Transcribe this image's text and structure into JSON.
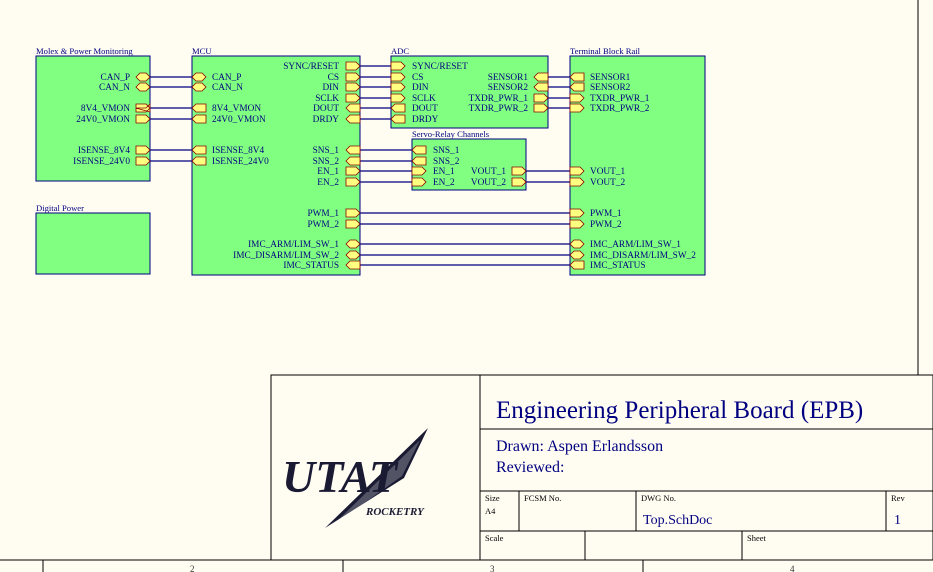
{
  "title_block": {
    "title": "Engineering Peripheral Board (EPB)",
    "drawn": "Drawn: Aspen Erlandsson",
    "reviewed": "Reviewed:",
    "size_label": "Size",
    "size_value": "A4",
    "fcsm_label": "FCSM No.",
    "dwg_label": "DWG No.",
    "dwg_value": "Top.SchDoc",
    "rev_label": "Rev",
    "rev_value": "1",
    "scale_label": "Scale",
    "sheet_label": "Sheet",
    "logo_text": "UTAT",
    "logo_sub": "ROCKETRY"
  },
  "zones": [
    "2",
    "3",
    "4"
  ],
  "blocks": {
    "molex": {
      "title": "Molex & Power Monitoring",
      "ports": [
        "CAN_P",
        "CAN_N",
        "8V4_VMON",
        "24V0_VMON",
        "ISENSE_8V4",
        "ISENSE_24V0"
      ]
    },
    "digital": {
      "title": "Digital Power"
    },
    "mcu": {
      "title": "MCU",
      "left_ports": [
        "CAN_P",
        "CAN_N",
        "8V4_VMON",
        "24V0_VMON",
        "ISENSE_8V4",
        "ISENSE_24V0"
      ],
      "right_ports": [
        "SYNC/RESET",
        "CS",
        "DIN",
        "SCLK",
        "DOUT",
        "DRDY",
        "SNS_1",
        "SNS_2",
        "EN_1",
        "EN_2",
        "PWM_1",
        "PWM_2",
        "IMC_ARM/LIM_SW_1",
        "IMC_DISARM/LIM_SW_2",
        "IMC_STATUS"
      ]
    },
    "adc": {
      "title": "ADC",
      "left_ports": [
        "SYNC/RESET",
        "CS",
        "DIN",
        "SCLK",
        "DOUT",
        "DRDY"
      ],
      "right_ports": [
        "SENSOR1",
        "SENSOR2",
        "TXDR_PWR_1",
        "TXDR_PWR_2"
      ]
    },
    "servo": {
      "title": "Servo-Relay Channels",
      "left_ports": [
        "SNS_1",
        "SNS_2",
        "EN_1",
        "EN_2"
      ],
      "right_ports": [
        "VOUT_1",
        "VOUT_2"
      ]
    },
    "terminal": {
      "title": "Terminal Block Rail",
      "ports": [
        "SENSOR1",
        "SENSOR2",
        "TXDR_PWR_1",
        "TXDR_PWR_2",
        "VOUT_1",
        "VOUT_2",
        "PWM_1",
        "PWM_2",
        "IMC_ARM/LIM_SW_1",
        "IMC_DISARM/LIM_SW_2",
        "IMC_STATUS"
      ]
    }
  }
}
